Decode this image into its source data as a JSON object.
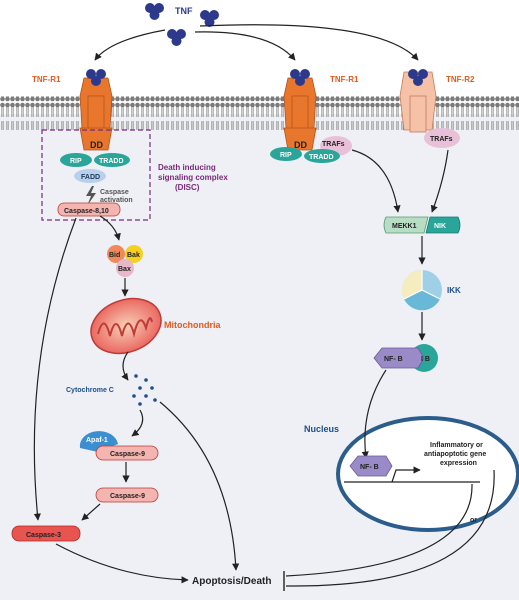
{
  "labels": {
    "tnf": "TNF",
    "tnf_r1_left": "TNF-R1",
    "tnf_r1_right": "TNF-R1",
    "tnf_r2": "TNF-R2",
    "dd_left": "DD",
    "dd_right": "DD",
    "rip_left": "RIP",
    "tradd_left": "TRADD",
    "rip_right": "RIP",
    "tradd_right": "TRADD",
    "trafs_r1": "TRAFs",
    "trafs_r2": "TRAFs",
    "fadd": "FADD",
    "caspase_activation_1": "Caspase",
    "caspase_activation_2": "activation",
    "disc_1": "Death inducing",
    "disc_2": "signaling complex",
    "disc_3": "(DISC)",
    "caspase_8_10": "Caspase-8,10",
    "bid": "Bid",
    "bak": "Bak",
    "bax": "Bax",
    "mitochondria": "Mitochondria",
    "cytochrome_c": "Cytochrome C",
    "apaf1": "Apaf-1",
    "caspase_9_a": "Caspase-9",
    "caspase_9_b": "Caspase-9",
    "caspase_3": "Caspase-3",
    "apoptosis": "Apoptosis/Death",
    "mekk1": "MEKK1",
    "nik": "NIK",
    "ikk": "IKK",
    "nfkb_cyto": "NF-  B",
    "ikb": "I  B",
    "nucleus": "Nucleus",
    "nfkb_nuc": "NF-  B",
    "gene_1": "Inflammatory or",
    "gene_2": "antiapoptotic gene",
    "gene_3": "expression",
    "or": "or"
  },
  "colors": {
    "tnf_blue": "#2d3a8c",
    "receptor_orange": "#e8762d",
    "receptor_r2": "#f5c2a8",
    "teal": "#2aa59a",
    "purple_text": "#7a2a7a",
    "orange_text": "#e05a1e",
    "navy_text": "#1d4f8a",
    "caspase_red": "#e85450",
    "nucleus_blue": "#2b5d8c",
    "cyto_bg": "#eef0f5"
  }
}
